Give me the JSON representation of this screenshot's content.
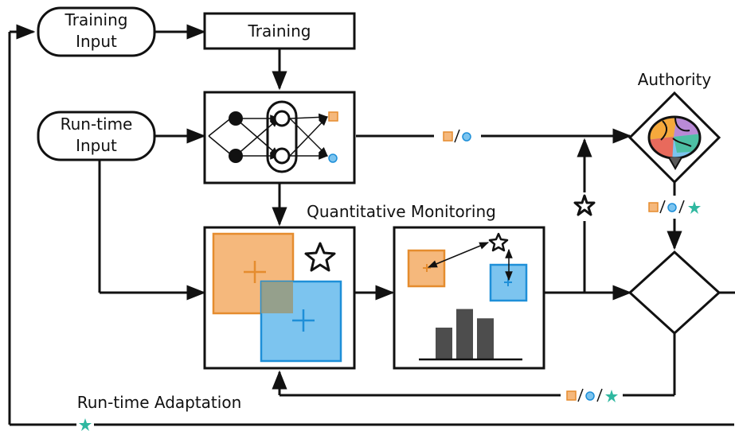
{
  "nodes": {
    "training_input": "Training\nInput",
    "training": "Training",
    "runtime_input": "Run-time\nInput",
    "authority": "Authority",
    "quantitative_monitoring": "Quantitative Monitoring",
    "runtime_adaptation": "Run-time Adaptation"
  },
  "colors": {
    "orange": "#f5b87c",
    "orange_stroke": "#e58c2e",
    "blue": "#7cc4ef",
    "blue_stroke": "#1e8fd8",
    "teal": "#2fb8a0",
    "bar": "#4d4d4d",
    "line": "#111111"
  },
  "histogram": {
    "values": [
      0.5,
      0.8,
      0.65
    ]
  },
  "icons": [
    "neural-network-icon",
    "brain-icon",
    "star-icon",
    "decision-diamond-icon"
  ]
}
